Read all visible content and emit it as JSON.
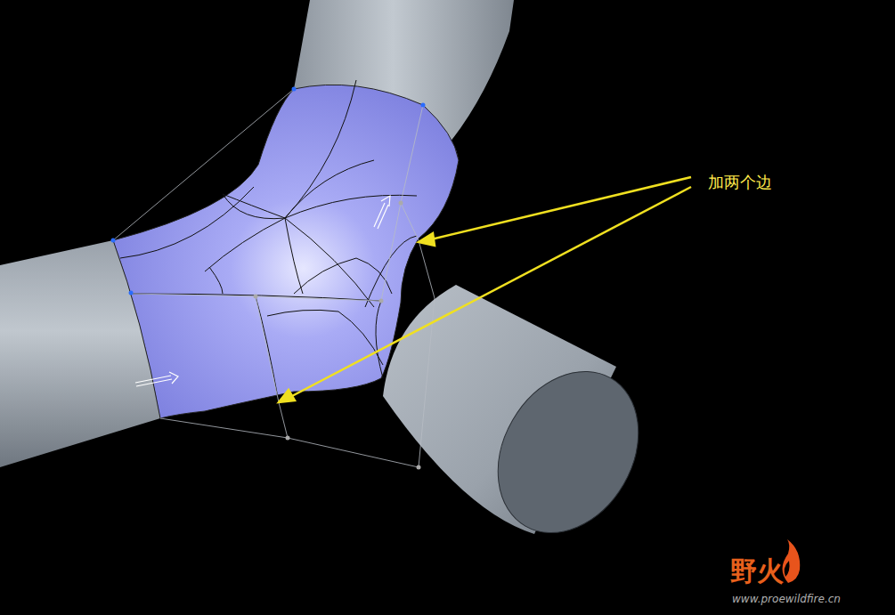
{
  "diagram": {
    "labels": [
      "加两个边",
      "野火",
      "www.proewildfire.cn"
    ]
  }
}
